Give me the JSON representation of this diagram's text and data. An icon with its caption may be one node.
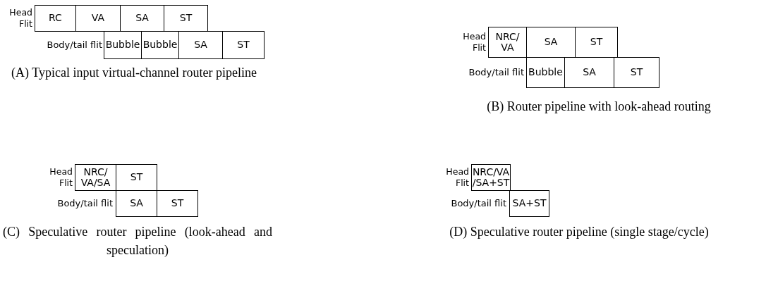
{
  "diagram": {
    "nodes": [
      {
        "text": [
          "RC"
        ]
      },
      {
        "text": [
          "VA"
        ]
      },
      {
        "text": [
          "SA"
        ]
      },
      {
        "text": [
          "ST"
        ]
      },
      {
        "text": [
          "Bubble"
        ]
      },
      {
        "text": [
          "Bubble"
        ]
      },
      {
        "text": [
          "SA"
        ]
      },
      {
        "text": [
          "ST"
        ]
      },
      {
        "text": [
          "NRC/ VA"
        ]
      },
      {
        "text": [
          "SA"
        ]
      },
      {
        "text": [
          "ST"
        ]
      },
      {
        "text": [
          "Bubble"
        ]
      },
      {
        "text": [
          "SA"
        ]
      },
      {
        "text": [
          "ST"
        ]
      },
      {
        "text": [
          "NRC/ VA/SA"
        ]
      },
      {
        "text": [
          "ST"
        ]
      },
      {
        "text": [
          "SA"
        ]
      },
      {
        "text": [
          "ST"
        ]
      },
      {
        "text": [
          "NRC/VA /SA+ST"
        ]
      },
      {
        "text": [
          "SA+ST"
        ]
      }
    ],
    "labels": [
      "Head Flit",
      "Body/tail flit",
      "(A) Typical input virtual-channel router pipeline",
      "Head Flit",
      "Body/tail flit",
      "(B) Router pipeline with look-ahead routing",
      "Head Flit",
      "Body/tail flit",
      "(C) Speculative router pipeline (look-ahead and speculation)",
      "Head Flit",
      "Body/tail flit",
      "(D) Speculative router pipeline (single stage/cycle)"
    ]
  }
}
